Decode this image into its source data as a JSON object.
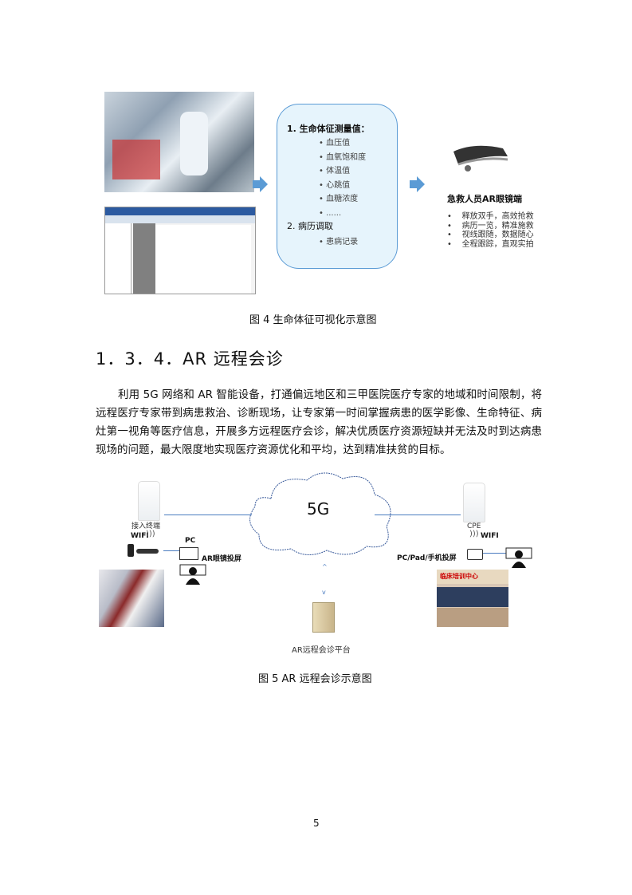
{
  "figure4": {
    "vitals_title": "1. 生命体征测量值：",
    "vitals": [
      "血压值",
      "血氧饱和度",
      "体温值",
      "心跳值",
      "血糖浓度",
      "......"
    ],
    "records_title": "2. 病历调取",
    "records": [
      "患病记录"
    ],
    "ar_title": "急救人员AR眼镜端",
    "ar_points": [
      "释放双手，高效抢救",
      "病历一览，精准施救",
      "视线跟随，数据随心",
      "全程跟踪，直观实拍"
    ],
    "caption": "图 4  生命体征可视化示意图"
  },
  "section": {
    "heading": "1．3．4．AR 远程会诊",
    "paragraph": "利用 5G 网络和 AR 智能设备，打通偏远地区和三甲医院医疗专家的地域和时间限制，将远程医疗专家带到病患救治、诊断现场，让专家第一时间掌握病患的医学影像、生命特征、病灶第一视角等医疗信息，开展多方远程医疗会诊，解决优质医疗资源短缺并无法及时到达病患现场的问题，最大限度地实现医疗资源优化和平均，达到精准扶贫的目标。"
  },
  "figure5": {
    "cloud_label": "5G",
    "left_router": "接入终端",
    "left_wifi": "WIFI",
    "pc": "PC",
    "ar_cast": "AR眼镜投屏",
    "right_router": "CPE",
    "right_wifi": "WIFI",
    "right_cast": "PC/Pad/手机投屏",
    "platform": "AR远程会诊平台",
    "banner": "临床培训中心",
    "caption": "图 5 AR 远程会诊示意图"
  },
  "page_number": "5",
  "colors": {
    "accent": "#5b9bd5",
    "box_fill": "#e6f4fc",
    "line": "#4a7cc0"
  }
}
